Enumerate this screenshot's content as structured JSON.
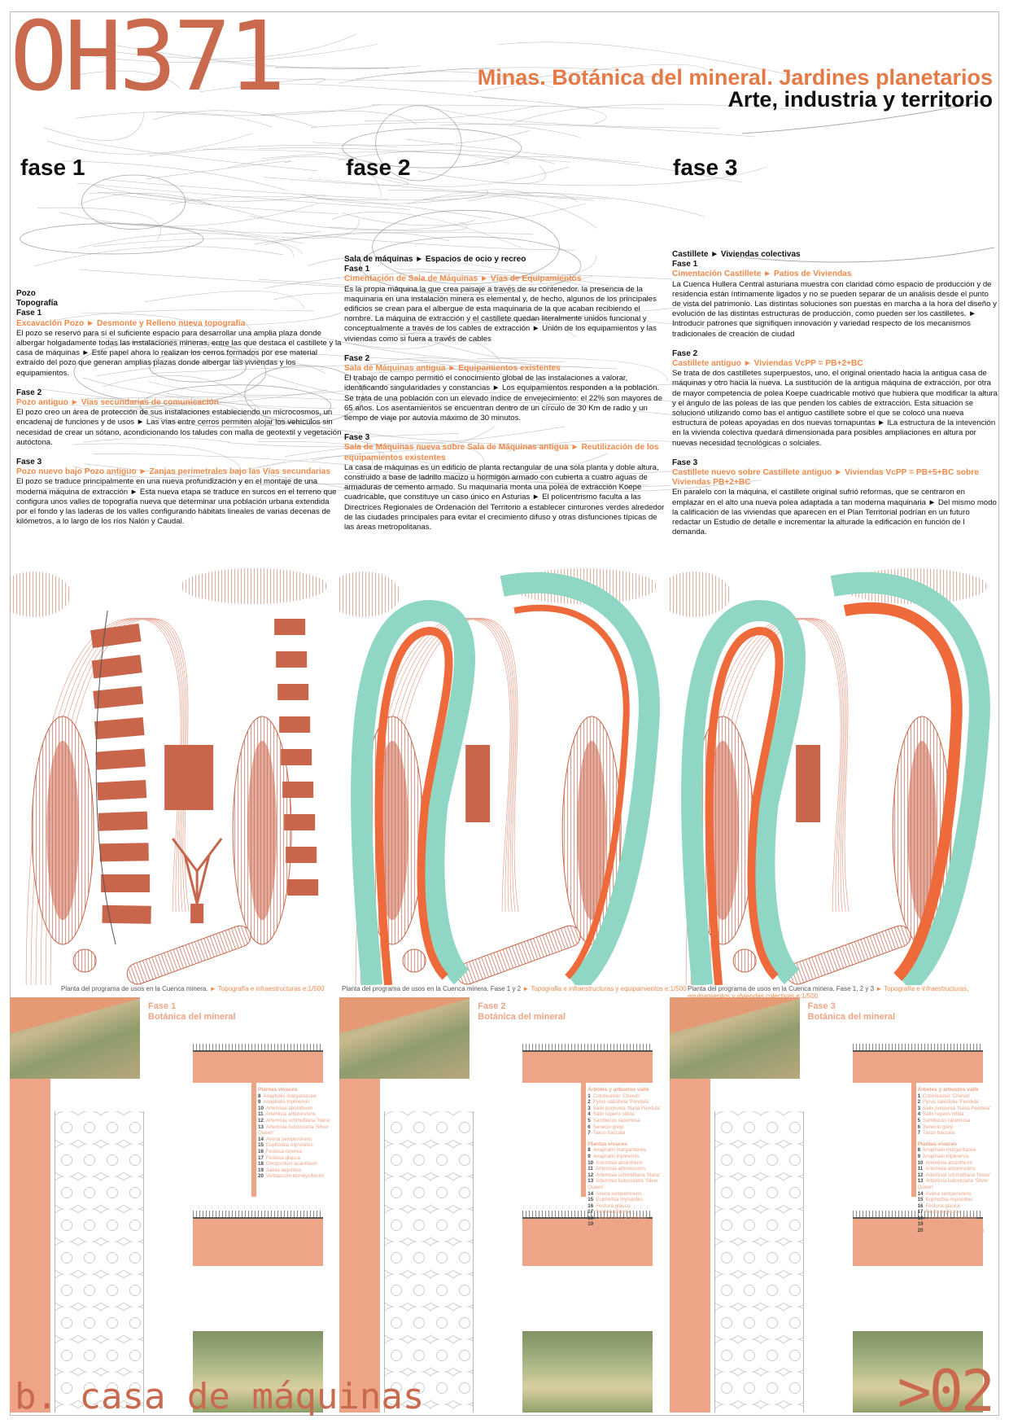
{
  "header": {
    "code": "OH371",
    "title": "Minas. Botánica del mineral. Jardines planetarios",
    "subtitle": "Arte, industria y territorio"
  },
  "fases": [
    "fase 1",
    "fase 2",
    "fase 3"
  ],
  "columns": [
    {
      "intro": [
        "Pozo",
        "Topografía"
      ],
      "phases": [
        {
          "label": "Fase 1",
          "subtitle": "Excavación Pozo ► Desmonte y Relleno nueva topografía",
          "body": "El pozo se reservó para sí el suficiente espacio para desarrollar una amplia plaza donde albergar holgadamente todas las instalaciones mineras, entre las que destaca el castillete y la casa de máquinas ► Este papel ahora lo realizan los cerros formados por ese material extraído del pozo que generan amplias plazas donde albergar las viviendas y los equipamientos."
        },
        {
          "label": "Fase 2",
          "subtitle": "Pozo antiguo ► Vías secundarias de comunicación",
          "body": "El pozo creo un área de protección de sus instalaciones estableciendo un microcosmos, un encadenaj de funciones y de usos ► Las vías entre cerros permiten alojar los vehículos sin necesidad de crear un sótano, acondicionando los taludes con malla de geotextil y vegetación autóctona."
        },
        {
          "label": "Fase 3",
          "subtitle": "Pozo nuevo bajo Pozo antiguo ► Zanjas perimetrales bajo las Vías secundarias",
          "body": "El pozo se traduce principalmente en una nueva profundización y en el montaje de una moderna máquina de extracción ► Esta nueva etapa se traduce en surcos en el terreno que configura unos valles de topografía nueva que determinar una población urbana extendida por el fondo y las laderas de los valles configurando hábitats lineales de varias decenas de kilómetros, a lo largo de los ríos Nalón y Caudal."
        }
      ]
    },
    {
      "intro": [
        "Sala de máquinas ► Espacios de ocio y recreo"
      ],
      "phases": [
        {
          "label": "Fase 1",
          "subtitle": "Cimentación de Sala de Máquinas ► Vías de Equipamientos",
          "body": "Es la propia máquina la que crea paisaje a través de su contenedor. la presencia de la maquinaria en una instalación minera es elemental y, de hecho, algunos de los principales edificios se crean para el albergue de esta maquinaria de la que acaban recibiendo el nombre. La máquina de extracción y el castillete quedan literalmente unidos funcional y conceptualmente a través de los cables de extracción ► Unión de los equipamientos y las viviendas como si fuera a través de cables"
        },
        {
          "label": "Fase 2",
          "subtitle": "Sala de Máquinas antigua ► Equipamientos existentes",
          "body": "El trabajo de campo permitió el conocimiento global de las instalaciones a valorar, identificando singularidades y constancias ► Los equipamientos responden a la población. Se trata de una población con un elevado índice de envejecimiento: el 22% son mayores de 65 años. Los asentamientos se encuentran dentro de un círculo de 30 Km de radio y un tiempo de viaje por autovía máximo de 30 minutos."
        },
        {
          "label": "Fase 3",
          "subtitle": "Sala de Máquinas nueva sobre Sala de Máquinas antigua ► Reutilización de los equipamientos existentes",
          "body": "La casa de máquinas es un edificio de planta rectangular de una sola planta y doble altura, construido a base de ladrillo macizo u hormigón armado con cubierta a cuatro aguas de armaduras de cemento armado. Su maquinaria monta una polea de extracción Koepe cuadricable, que constituye un caso único en Asturias ► El policentrismo faculta a las Directrices Regionales de Ordenación del Territorio a establecer cinturones verdes alrededor de las ciudades principales para evitar el crecimiento difuso y otras disfunciones típicas de las áreas metropolitanas."
        }
      ]
    },
    {
      "intro": [
        "Castillete ► Viviendas colectivas"
      ],
      "phases": [
        {
          "label": "Fase 1",
          "subtitle": "Cimentación Castillete ► Patios de Viviendas",
          "body": "La Cuenca Hullera Central asturiana muestra con claridad cómo espacio de producción y de residencia están íntimamente ligados y no se pueden separar de un análisis desde el punto de vista del patrimonio. Las distintas soluciones son puestas en marcha a la hora del diseño y evolución de las distintas estructuras de producción, como pueden ser los castilletes. ► Introducir patrones que signifiquen innovación y variedad respecto de los mecanismos tradicionales de creación de ciudad"
        },
        {
          "label": "Fase 2",
          "subtitle": "Castillete antiguo ► Viviendas VcPP = PB+2+BC",
          "body": "Se trata de dos castilletes superpuestos, uno, el original orientado hacia la antigua casa de máquinas y otro hacia la nueva. La sustitución de la antigua máquina de extracción, por otra de mayor competencia de polea Koepe cuadricable motivó que hubiera que modificar la altura y el ángulo de las poleas de las que penden los cables de extracción. Esta situación se solucionó utilizando como bas el antiguo castillete sobre el que se colocó una nueva estructura de poleas apoyadas en dos nuevas tornapuntas ► lLa estructura de la intevención en la vivienda colectiva quedará dimensionada para posibles ampliaciones en altura por nuevas necesidad tecnológicas o solciales."
        },
        {
          "label": "Fase 3",
          "subtitle": "Castillete nuevo sobre Castillete antiguo ► Viviendas VcPP = PB+5+BC sobre Viviendas PB+2+BC",
          "body": "En paralelo con la máquina, el castillete original sufrió reformas, que se centraron en emplazar en el alto una nueva polea adaptada a tan moderna maquinaria ► Del mismo modo la calificación de las viviendas que aparecen en el Plan Territorial podrían en un futuro redactar un Estudio de detalle e incrementar la alturade la edificación en función de l demanda."
        }
      ]
    }
  ],
  "plan_captions": [
    {
      "text": "Planta del programa de usos en la Cuenca minera.",
      "accent": "► Topografía e infraestructuras  e:1/500"
    },
    {
      "text": "Planta del programa de usos en la Cuenca minera. Fase 1 y 2",
      "accent": "► Topografía e infraestructuras y equipamientos  e:1/500"
    },
    {
      "text": "Planta del programa de usos en la Cuenca minera. Fase 1, 2 y 3",
      "accent": "► Topografía e infraestructuras, equipamientos y viviendas colectivas  e:1/500"
    }
  ],
  "botany": [
    {
      "fase": "Fase 1",
      "title": "Botánica del mineral",
      "lists": [
        {
          "heading": "Plantas vivaces",
          "items": [
            [
              "8",
              "Anaphalis margaritacea"
            ],
            [
              "9",
              "Anaphalis triplinervis"
            ],
            [
              "10",
              "Artemisia absinthium"
            ],
            [
              "11",
              "Artemisia arborescens"
            ],
            [
              "12",
              "Artemisia schmidtiana 'Nana'"
            ],
            [
              "13",
              "Artemisia ludoviciana 'Silver Queen'"
            ],
            [
              "14",
              "Avena sempervirens"
            ],
            [
              "15",
              "Euphorbia myrsinites"
            ],
            [
              "16",
              "Festuca cinerea"
            ],
            [
              "17",
              "Festuca glauca"
            ],
            [
              "18",
              "Onopordum acanthium"
            ],
            [
              "19",
              "Salvia argentea"
            ],
            [
              "20",
              "Verbascum bombyciferum"
            ]
          ]
        }
      ]
    },
    {
      "fase": "Fase 2",
      "title": "Botánica del mineral",
      "lists": [
        {
          "heading": "Árboles y arbustos valle",
          "items": [
            [
              "1",
              "Cotoneaster 'Cherub'"
            ],
            [
              "2",
              "Pyrus salicifolia 'Pendula'"
            ],
            [
              "3",
              "Salix purpurea 'Nana Pendula'"
            ],
            [
              "4",
              "Salix repens nitida"
            ],
            [
              "5",
              "Sambucus racemosa"
            ],
            [
              "6",
              "Senecio greyi"
            ],
            [
              "7",
              "Taxus baccata"
            ]
          ]
        },
        {
          "heading": "Plantas vivaces",
          "items": [
            [
              "8",
              "Anaphalis margaritacea"
            ],
            [
              "9",
              "Anaphalis triplinervis"
            ],
            [
              "10",
              "Artemisia absinthium"
            ],
            [
              "11",
              "Artemisia arborescens"
            ],
            [
              "12",
              "Artemisia schmidtiana 'Nana'"
            ],
            [
              "13",
              "Artemisia ludoviciana 'Silver Queen'"
            ],
            [
              "14",
              "Avena sempervirens"
            ],
            [
              "15",
              "Euphorbia myrsinites"
            ],
            [
              "16",
              "Festuca glauca"
            ],
            [
              "17",
              "Festuca glauca"
            ],
            [
              "18",
              "Onopordum acanthium"
            ],
            [
              "19",
              "Salvia argentea"
            ]
          ]
        }
      ]
    },
    {
      "fase": "Fase 3",
      "title": "Botánica del mineral",
      "lists": [
        {
          "heading": "Árboles y arbustos valle",
          "items": [
            [
              "1",
              "Cotoneaster 'Cherub'"
            ],
            [
              "2",
              "Pyrus salicifolia 'Pendula'"
            ],
            [
              "3",
              "Salix purpurea 'Nana Pendula'"
            ],
            [
              "4",
              "Salix repens nitida"
            ],
            [
              "5",
              "Sambucus racemosa"
            ],
            [
              "6",
              "Senecio greyi"
            ],
            [
              "7",
              "Taxus baccata"
            ]
          ]
        },
        {
          "heading": "Plantas vivaces",
          "items": [
            [
              "8",
              "Anaphalis margaritacea"
            ],
            [
              "9",
              "Anaphalis triplinervis"
            ],
            [
              "10",
              "Artemisia absinthium"
            ],
            [
              "11",
              "Artemisia arborescens"
            ],
            [
              "12",
              "Artemisia schmidtiana 'Nana'"
            ],
            [
              "13",
              "Artemisia ludoviciana 'Silver Queen'"
            ],
            [
              "14",
              "Avena sempervirens"
            ],
            [
              "15",
              "Euphorbia myrsinites"
            ],
            [
              "16",
              "Festuca glauca"
            ],
            [
              "17",
              "Festuca glauca"
            ],
            [
              "18",
              "Onopordum acanthium"
            ],
            [
              "19",
              "Salvia argentea"
            ],
            [
              "20",
              "Verbascum bombyciferum"
            ]
          ]
        }
      ]
    }
  ],
  "footer": {
    "section": "b. casa de máquinas",
    "page": ">02"
  },
  "colors": {
    "title": "#c96a4e",
    "accent": "#f08a4b",
    "plan": "#c8654a",
    "teal": "#8fd6c4",
    "bright": "#ef6a3a",
    "salmon": "#eea486"
  }
}
